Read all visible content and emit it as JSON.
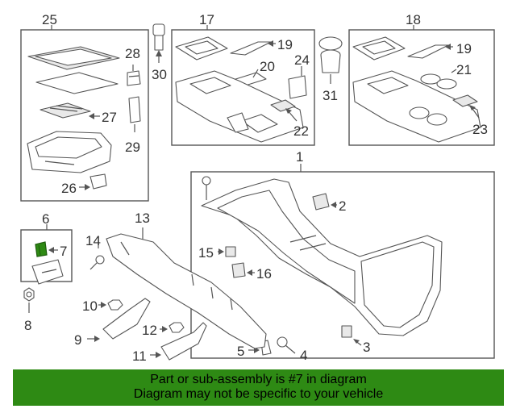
{
  "callouts": {
    "c1": "1",
    "c2": "2",
    "c3": "3",
    "c4": "4",
    "c5": "5",
    "c6": "6",
    "c7": "7",
    "c8": "8",
    "c9": "9",
    "c10": "10",
    "c11": "11",
    "c12": "12",
    "c13": "13",
    "c14": "14",
    "c15": "15",
    "c16": "16",
    "c17": "17",
    "c18": "18",
    "c19a": "19",
    "c19b": "19",
    "c20": "20",
    "c21": "21",
    "c22": "22",
    "c23": "23",
    "c24": "24",
    "c25": "25",
    "c26": "26",
    "c27": "27",
    "c28": "28",
    "c29": "29",
    "c30": "30",
    "c31": "31"
  },
  "highlighted_part": "7",
  "colors": {
    "highlight": "#2e8a14",
    "banner": "#2e8a14",
    "line": "#555555"
  },
  "banner": {
    "line1": "Part or sub-assembly is #7 in diagram",
    "line2": "Diagram may not be specific to your vehicle"
  }
}
